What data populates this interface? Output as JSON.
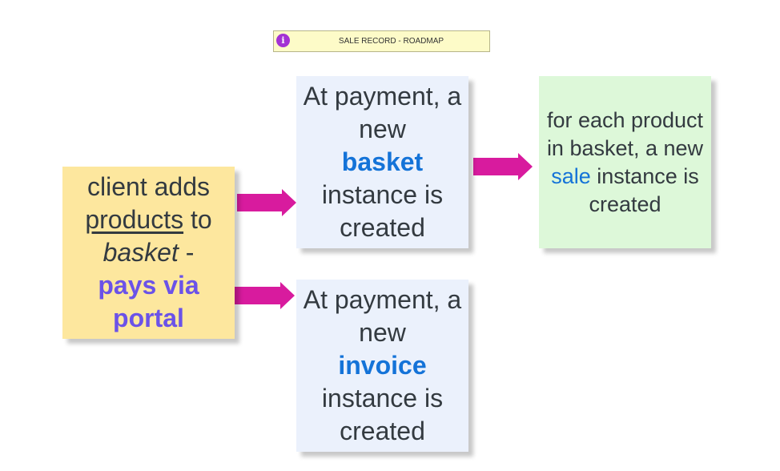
{
  "title": "SALE RECORD - ROADMAP",
  "icons": {
    "title": "info-icon",
    "title_glyph": "i"
  },
  "colors": {
    "arrow": "#d81b9e",
    "note_yellow": "#fde79e",
    "note_blue": "#ebf1fc",
    "note_green": "#ddf8d9",
    "highlight_purple": "#6b52e8",
    "highlight_blue": "#1473d8"
  },
  "notes": {
    "client": {
      "line1": "client adds",
      "line2_u": "products",
      "line2_rest": " to",
      "line3_it": "basket",
      "line3_rest": " -",
      "highlight": "pays via portal"
    },
    "basket": {
      "before": "At payment, a new",
      "highlight": "basket",
      "after": "instance is created"
    },
    "invoice": {
      "before": "At payment, a new",
      "highlight": "invoice",
      "after": "instance is created"
    },
    "sale": {
      "before": "for each product in basket, a new",
      "highlight": "sale",
      "after": " instance is created"
    }
  },
  "connectors": [
    {
      "from": "client",
      "to": "basket"
    },
    {
      "from": "client",
      "to": "invoice"
    },
    {
      "from": "basket",
      "to": "sale"
    }
  ]
}
